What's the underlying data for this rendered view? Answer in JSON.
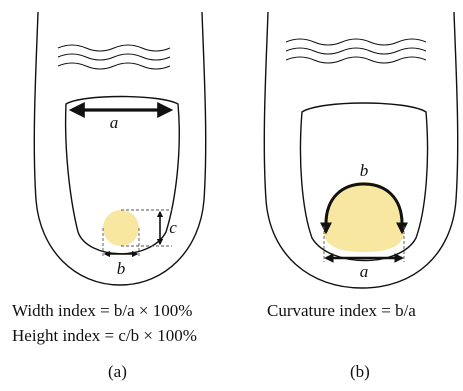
{
  "panel_a": {
    "labels": {
      "a": "a",
      "b": "b",
      "c": "c"
    },
    "caption_line1": "Width index = b/a × 100%",
    "caption_line2": "Height index = c/b × 100%",
    "sublabel": "(a)"
  },
  "panel_b": {
    "labels": {
      "a": "a",
      "b": "b"
    },
    "caption_line1": "Curvature index = b/a",
    "sublabel": "(b)"
  },
  "colors": {
    "outline": "#111111",
    "fill_yellow": "#f7e7a1",
    "dashed": "#555555"
  }
}
